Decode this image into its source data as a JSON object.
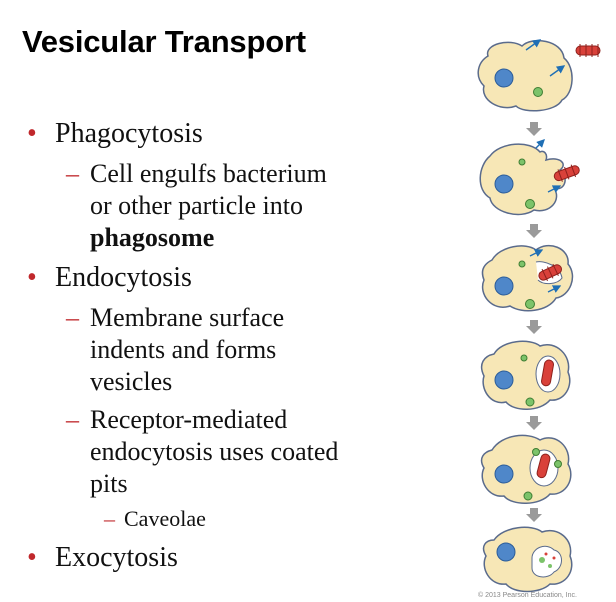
{
  "slide": {
    "title": "Vesicular Transport",
    "bullets": [
      {
        "label": "Phagocytosis",
        "subs": [
          {
            "lines": [
              "Cell engulfs bacterium",
              "or other particle into"
            ],
            "strong": "phagosome"
          }
        ]
      },
      {
        "label": "Endocytosis",
        "subs": [
          {
            "lines": [
              "Membrane surface",
              "indents and forms",
              "vesicles"
            ]
          },
          {
            "lines": [
              "Receptor-mediated",
              "endocytosis uses coated",
              "pits"
            ]
          }
        ],
        "subsubs": [
          "Caveolae"
        ]
      },
      {
        "label": "Exocytosis"
      }
    ]
  },
  "figure": {
    "colors": {
      "cell_fill": "#f7e7b6",
      "cell_border": "#5a6b8c",
      "nucleus": "#4f87c9",
      "vesicle": "#7cc36a",
      "bacterium": "#d9413a",
      "arrow": "#9a9a9a",
      "pointer_arrow": "#1f6fb5"
    },
    "credit": "© 2013 Pearson Education, Inc."
  }
}
